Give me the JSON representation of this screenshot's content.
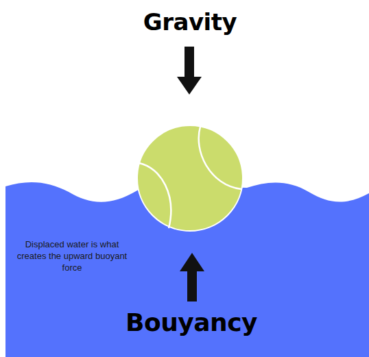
{
  "diagram": {
    "labels": [
      "Gravity",
      "Displaced water is what creates the upward buoyant force",
      "Bouyancy"
    ]
  }
}
